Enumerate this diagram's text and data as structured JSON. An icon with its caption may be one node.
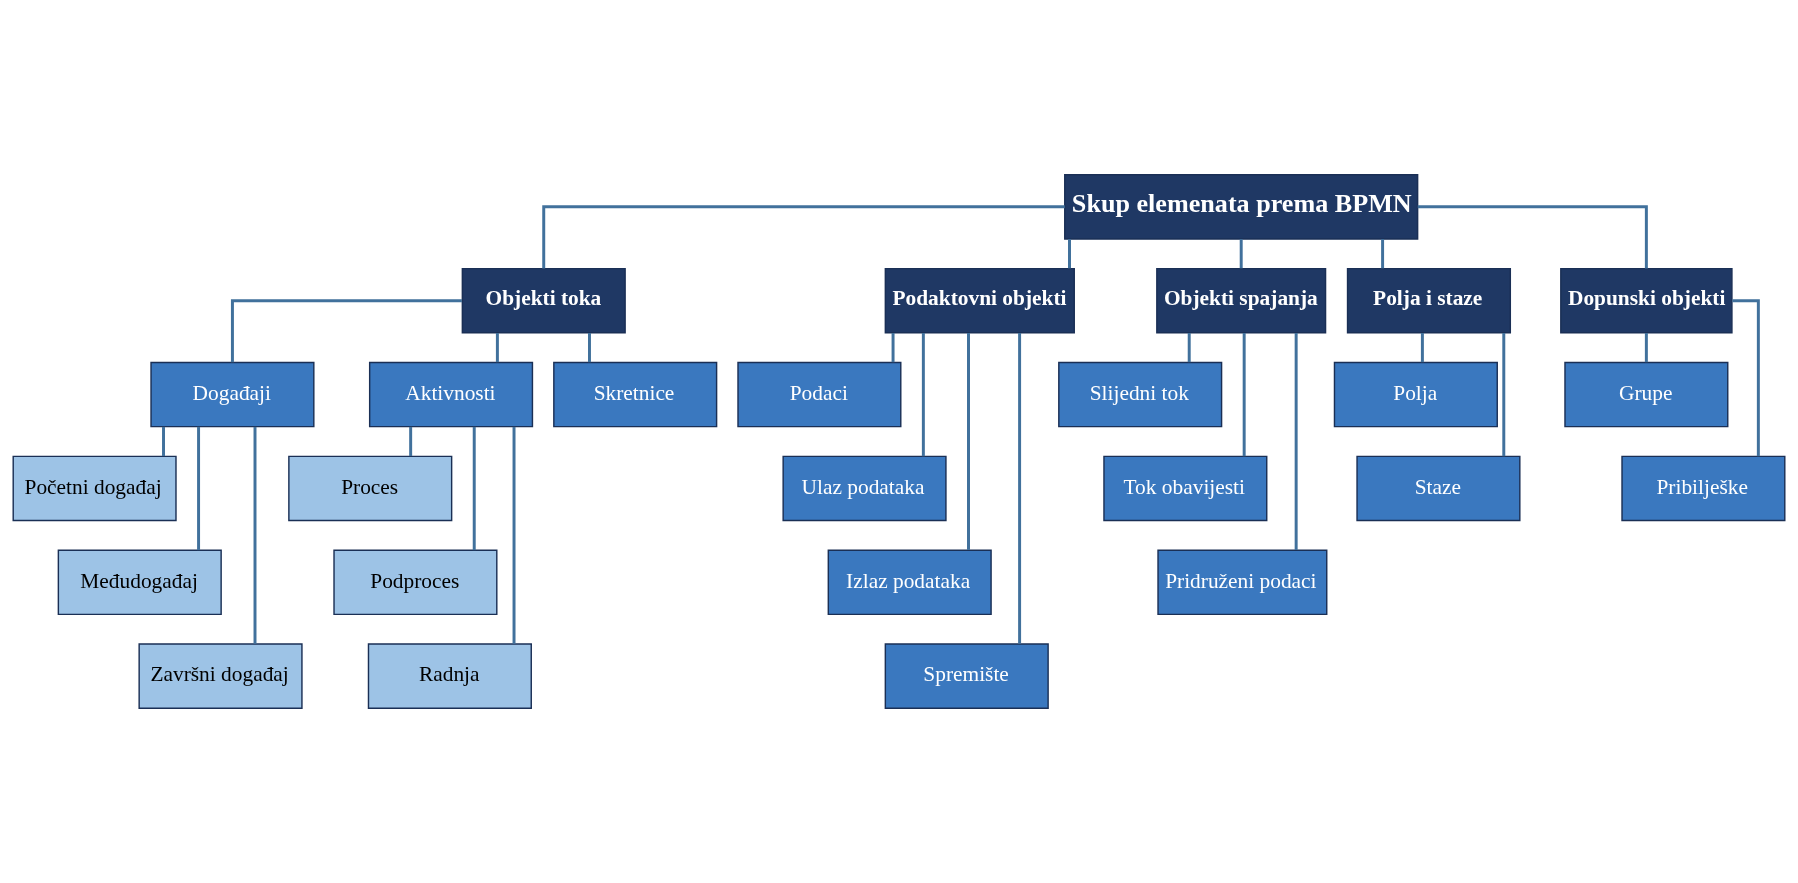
{
  "diagram": {
    "nodes": [
      {
        "text": [
          "Skup elemenata prema BPMN"
        ]
      },
      {
        "text": [
          "Objekti toka"
        ]
      },
      {
        "text": [
          "Podaktovni objekti"
        ]
      },
      {
        "text": [
          "Objekti spajanja"
        ]
      },
      {
        "text": [
          "Polja i staze"
        ]
      },
      {
        "text": [
          "Dopunski objekti"
        ]
      },
      {
        "text": [
          "Događaji"
        ]
      },
      {
        "text": [
          "Aktivnosti"
        ]
      },
      {
        "text": [
          "Skretnice"
        ]
      },
      {
        "text": [
          "Početni događaj"
        ]
      },
      {
        "text": [
          "Međudogađaj"
        ]
      },
      {
        "text": [
          "Završni događaj"
        ]
      },
      {
        "text": [
          "Proces"
        ]
      },
      {
        "text": [
          "Podproces"
        ]
      },
      {
        "text": [
          "Radnja"
        ]
      },
      {
        "text": [
          "Podaci"
        ]
      },
      {
        "text": [
          "Ulaz podataka"
        ]
      },
      {
        "text": [
          "Izlaz podataka"
        ]
      },
      {
        "text": [
          "Spremište"
        ]
      },
      {
        "text": [
          "Slijedni tok"
        ]
      },
      {
        "text": [
          "Tok obavijesti"
        ]
      },
      {
        "text": [
          "Pridruženi podaci"
        ]
      },
      {
        "text": [
          "Polja"
        ]
      },
      {
        "text": [
          "Staze"
        ]
      },
      {
        "text": [
          "Grupe"
        ]
      },
      {
        "text": [
          "Pribilješke"
        ]
      }
    ],
    "edges": [
      {
        "from": 0,
        "to": 1,
        "arrow": "none"
      },
      {
        "from": 0,
        "to": 2,
        "arrow": "none"
      },
      {
        "from": 0,
        "to": 3,
        "arrow": "none"
      },
      {
        "from": 0,
        "to": 4,
        "arrow": "none"
      },
      {
        "from": 0,
        "to": 5,
        "arrow": "none"
      },
      {
        "from": 1,
        "to": 6,
        "arrow": "none"
      },
      {
        "from": 1,
        "to": 7,
        "arrow": "none"
      },
      {
        "from": 1,
        "to": 8,
        "arrow": "none"
      },
      {
        "from": 6,
        "to": 9,
        "arrow": "none"
      },
      {
        "from": 6,
        "to": 10,
        "arrow": "none"
      },
      {
        "from": 6,
        "to": 11,
        "arrow": "none"
      },
      {
        "from": 7,
        "to": 12,
        "arrow": "none"
      },
      {
        "from": 7,
        "to": 13,
        "arrow": "none"
      },
      {
        "from": 7,
        "to": 14,
        "arrow": "none"
      },
      {
        "from": 2,
        "to": 15,
        "arrow": "none"
      },
      {
        "from": 2,
        "to": 16,
        "arrow": "none"
      },
      {
        "from": 2,
        "to": 17,
        "arrow": "none"
      },
      {
        "from": 2,
        "to": 18,
        "arrow": "none"
      },
      {
        "from": 3,
        "to": 19,
        "arrow": "none"
      },
      {
        "from": 3,
        "to": 20,
        "arrow": "none"
      },
      {
        "from": 3,
        "to": 21,
        "arrow": "none"
      },
      {
        "from": 4,
        "to": 22,
        "arrow": "none"
      },
      {
        "from": 4,
        "to": 23,
        "arrow": "none"
      },
      {
        "from": 5,
        "to": 24,
        "arrow": "none"
      },
      {
        "from": 5,
        "to": 25,
        "arrow": "none"
      }
    ]
  }
}
